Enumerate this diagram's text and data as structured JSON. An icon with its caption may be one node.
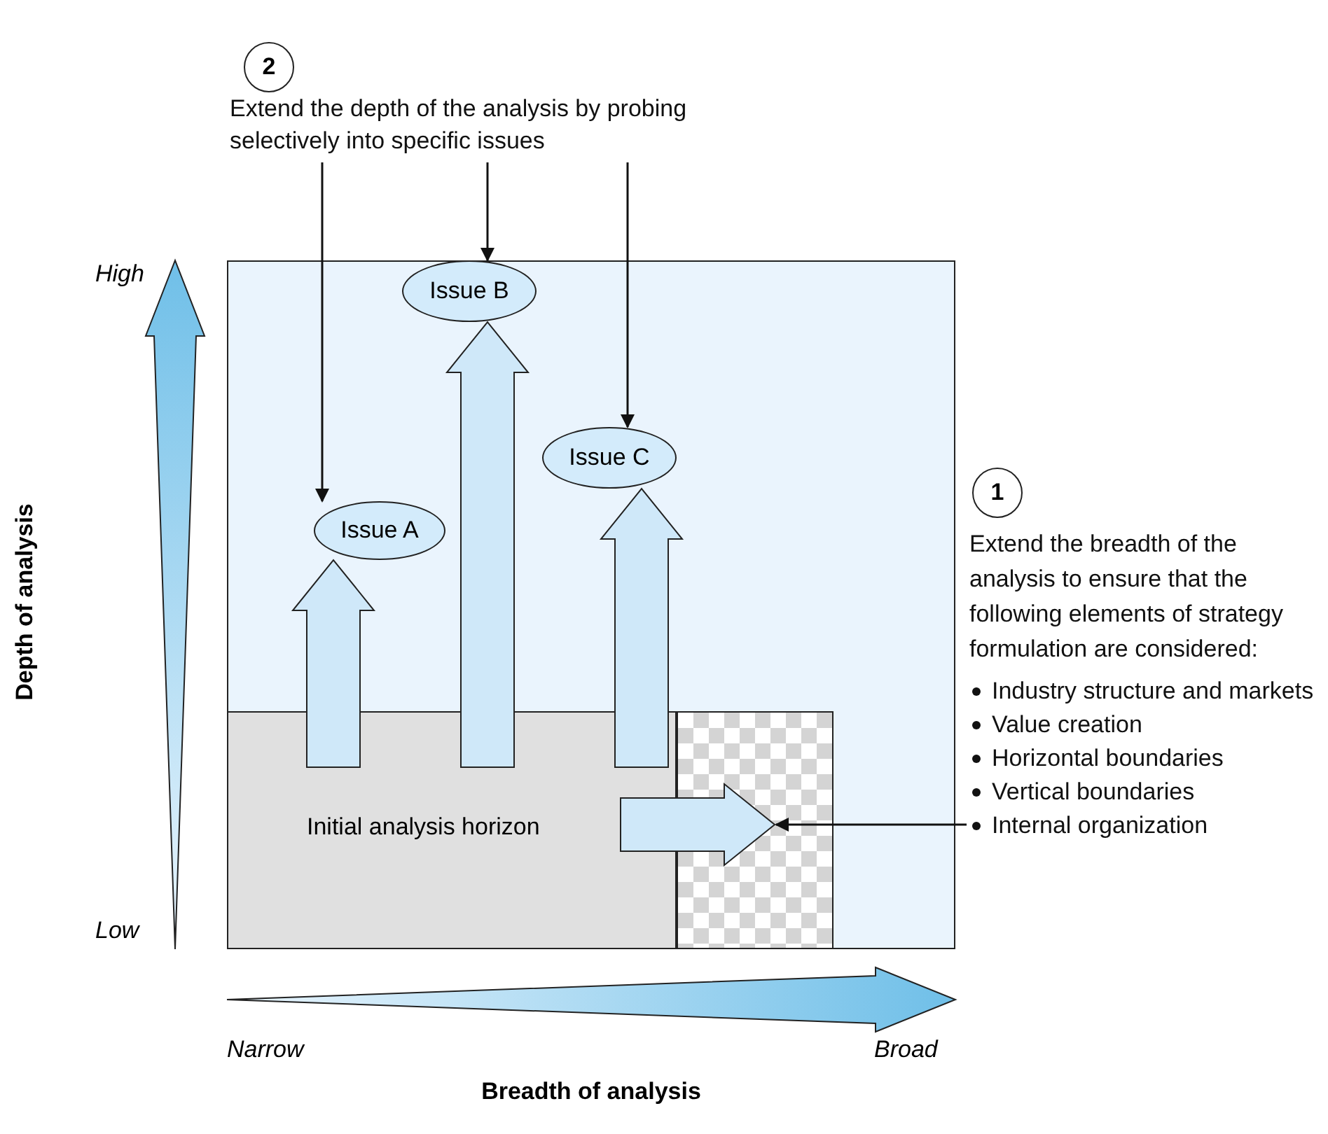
{
  "diagram": {
    "nodes": [
      {
        "text": [
          "2"
        ]
      },
      {
        "text": [
          "Extend the depth of the analysis by probing selectively into specific issues"
        ]
      },
      {
        "text": [],
        "shape": "box"
      },
      {
        "text": [
          "Issue B"
        ],
        "in": 2
      },
      {
        "text": [
          "Issue C"
        ],
        "in": 2
      },
      {
        "text": [
          "Issue A"
        ],
        "in": 2
      },
      {
        "text": [
          "1"
        ]
      },
      {
        "text": [
          "Extend the breadth of the analysis to ensure that the following elements of strategy formulation are considered:",
          "Industry structure and markets",
          "Value creation",
          "Horizontal boundaries",
          "Vertical boundaries",
          "Internal organization"
        ]
      },
      {
        "text": [
          "Initial analysis horizon"
        ],
        "in": 2
      },
      {
        "text": [],
        "shape": "box",
        "in": 2
      }
    ],
    "edges": [
      {
        "from": 1,
        "to": 5,
        "arrow": "to"
      },
      {
        "from": 1,
        "to": 3,
        "arrow": "to"
      },
      {
        "from": 1,
        "to": 4,
        "arrow": "to"
      },
      {
        "from": 8,
        "to": 5,
        "arrow": "to",
        "style": "thick"
      },
      {
        "from": 8,
        "to": 3,
        "arrow": "to",
        "style": "thick"
      },
      {
        "from": 8,
        "to": 4,
        "arrow": "to",
        "style": "thick"
      },
      {
        "from": 8,
        "to": 9,
        "arrow": "to",
        "style": "thick"
      },
      {
        "from": 7,
        "to": 9,
        "arrow": "to"
      }
    ],
    "labels": [
      "High",
      "Depth of analysis",
      "Low",
      "Narrow",
      "Broad",
      "Breadth of analysis"
    ]
  }
}
